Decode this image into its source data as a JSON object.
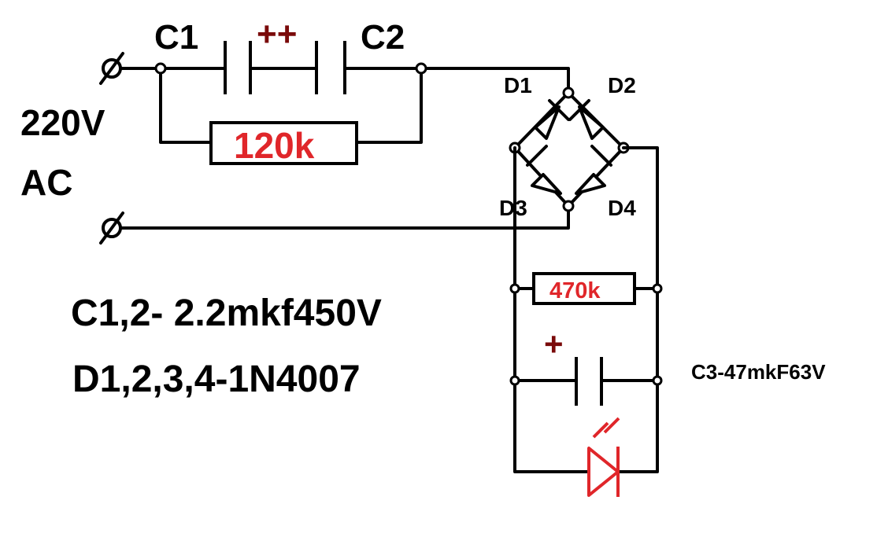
{
  "source": {
    "voltage": "220V",
    "type": "AC"
  },
  "capacitors": {
    "c1_label": "C1",
    "c2_label": "C2",
    "polarity_marks": "++",
    "c3_plus": "+",
    "c3_label": "C3-47mkF63V"
  },
  "resistors": {
    "r1_value": "120k",
    "r2_value": "470k"
  },
  "diodes": {
    "d1": "D1",
    "d2": "D2",
    "d3": "D3",
    "d4": "D4"
  },
  "notes": {
    "caps": "C1,2- 2.2mkf450V",
    "diodes": "D1,2,3,4-1N4007"
  },
  "colors": {
    "wire": "#000000",
    "value_text": "#e0262a",
    "plus_marks": "#7a0a0a",
    "led": "#e0262a"
  }
}
